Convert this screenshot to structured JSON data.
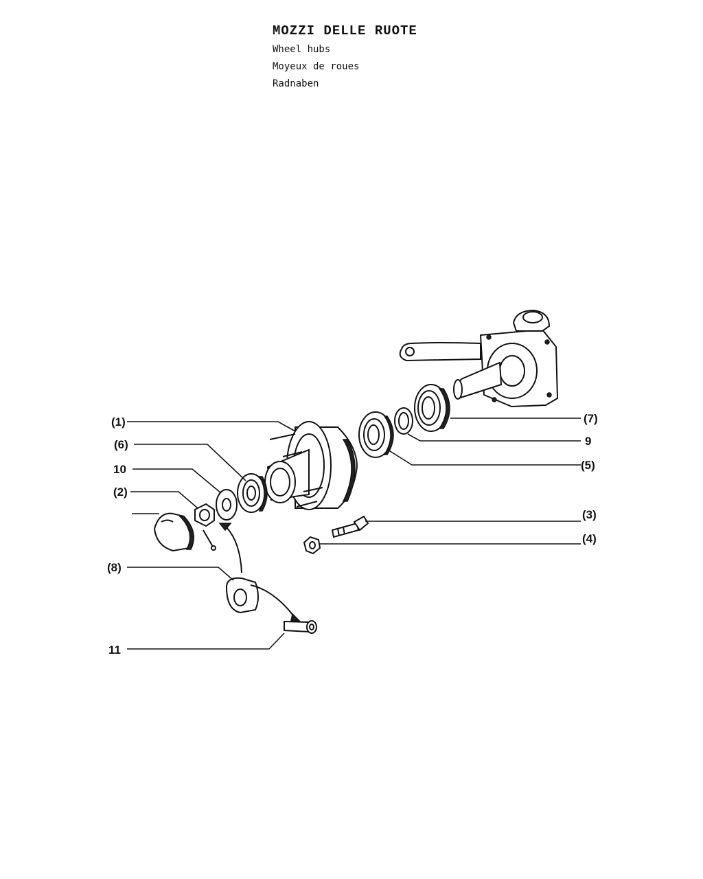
{
  "header": {
    "title": "MOZZI DELLE RUOTE",
    "subtitle_en": "Wheel hubs",
    "subtitle_fr": "Moyeux de roues",
    "subtitle_de": "Radnaben"
  },
  "callouts": {
    "c1": "(1)",
    "c6": "(6)",
    "c10": "10",
    "c2": "(2)",
    "c8": "(8)",
    "c11": "11",
    "c7": "(7)",
    "c9": "9",
    "c5": "(5)",
    "c3": "(3)",
    "c4": "(4)"
  }
}
